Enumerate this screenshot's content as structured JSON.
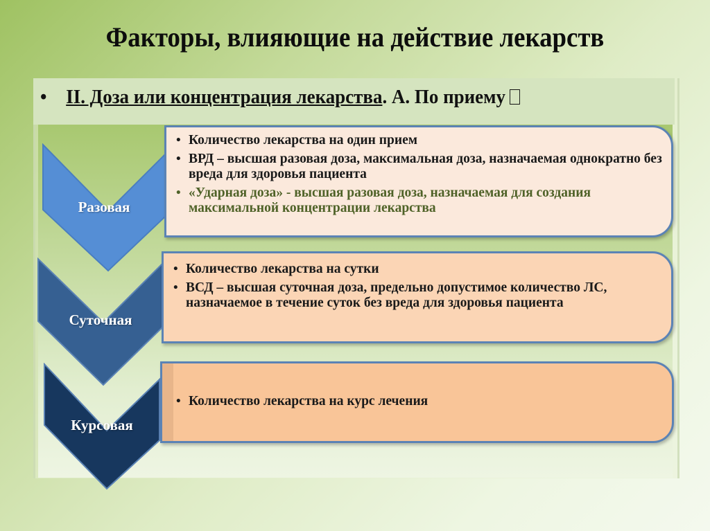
{
  "slide": {
    "title": "Факторы, влияющие на действие лекарств",
    "subtitle": {
      "bullet": "•",
      "underlined_part": "II. Доза или концентрация лекарства",
      "suffix": ". А. По приему",
      "trailing_glyph": "missing-glyph-box"
    }
  },
  "diagram": {
    "stages": [
      {
        "label": "Разовая",
        "color": "#558ed5",
        "items": [
          {
            "text": "Количество лекарства на один прием",
            "color": "#1a1a1a"
          },
          {
            "text": "ВРД – высшая разовая доза, максимальная доза, назначаемая однократно без вреда для здоровья пациента",
            "color": "#1a1a1a"
          },
          {
            "text": "«Ударная доза» - высшая разовая доза, назначаемая для создания максимальной концентрации лекарства",
            "color": "#4f6228"
          }
        ],
        "box_color": "#fbe9dc"
      },
      {
        "label": "Суточная",
        "color": "#366092",
        "items": [
          {
            "text": "Количество лекарства на сутки",
            "color": "#1a1a1a"
          },
          {
            "text": "ВСД – высшая суточная доза, предельно допустимое количество ЛС, назначаемое в течение суток без вреда для здоровья пациента",
            "color": "#1a1a1a"
          }
        ],
        "box_color": "#fbd5b5"
      },
      {
        "label": "Курсовая",
        "color": "#17375e",
        "items": [
          {
            "text": "Количество лекарства на курс лечения",
            "color": "#1a1a1a"
          }
        ],
        "box_color": "#f9c598"
      }
    ],
    "border_color": "#5b83b5"
  }
}
